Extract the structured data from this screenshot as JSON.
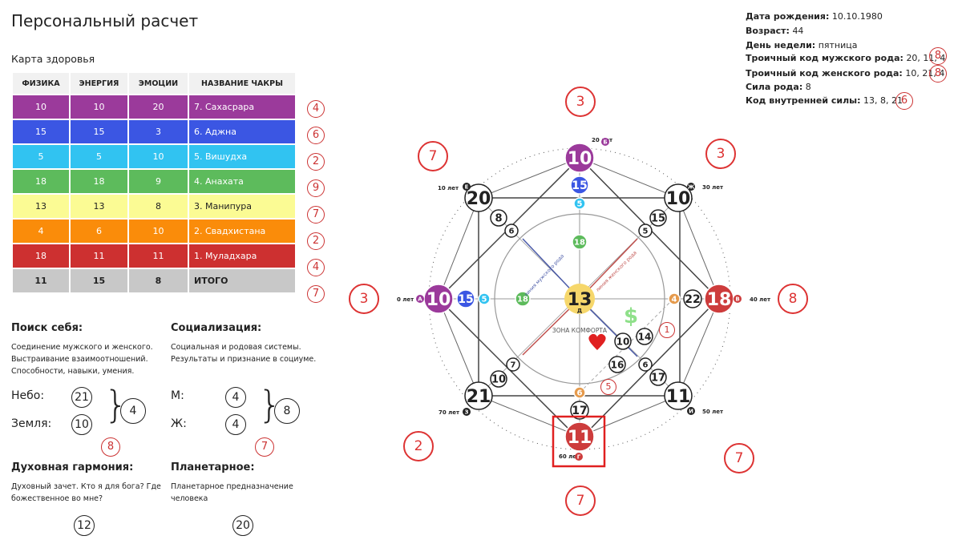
{
  "title": "Персональный расчет",
  "health_map": {
    "subtitle": "Карта здоровья",
    "headers": [
      "ФИЗИКА",
      "ЭНЕРГИЯ",
      "ЭМОЦИИ",
      "НАЗВАНИЕ ЧАКРЫ"
    ],
    "rows": [
      {
        "physics": "10",
        "energy": "10",
        "emotions": "20",
        "name": "7. Сахасрара",
        "color": "#9b3a9b",
        "mark": "4"
      },
      {
        "physics": "15",
        "energy": "15",
        "emotions": "3",
        "name": "6. Аджна",
        "color": "#3b56e3",
        "mark": "6"
      },
      {
        "physics": "5",
        "energy": "5",
        "emotions": "10",
        "name": "5. Вишудха",
        "color": "#31c3f1",
        "mark": "2"
      },
      {
        "physics": "18",
        "energy": "18",
        "emotions": "9",
        "name": "4. Анахата",
        "color": "#5dbb5c",
        "mark": "9"
      },
      {
        "physics": "13",
        "energy": "13",
        "emotions": "8",
        "name": "3. Манипура",
        "color": "#fbfb94",
        "mark": "7"
      },
      {
        "physics": "4",
        "energy": "6",
        "emotions": "10",
        "name": "2. Свадхистана",
        "color": "#fa8c0a",
        "mark": "2"
      },
      {
        "physics": "18",
        "energy": "11",
        "emotions": "11",
        "name": "1. Муладхара",
        "color": "#cd3030",
        "mark": "4"
      }
    ],
    "total": {
      "physics": "11",
      "energy": "15",
      "emotions": "8",
      "name": "ИТОГО",
      "color": "#c8c8c8",
      "mark": "7"
    }
  },
  "self_search": {
    "title": "Поиск себя:",
    "desc": [
      "Соединение мужского и женского.",
      "Выстраивание взаимоотношений.",
      "Способности, навыки, умения."
    ],
    "sky_label": "Небо:",
    "sky": "21",
    "earth_label": "Земля:",
    "earth": "10",
    "sum": "4",
    "mark": "8"
  },
  "socialization": {
    "title": "Социализация:",
    "desc": [
      "Социальная и родовая системы.",
      "Результаты и признание в социуме."
    ],
    "m_label": "М:",
    "m": "4",
    "f_label": "Ж:",
    "f": "4",
    "sum": "8",
    "mark": "7"
  },
  "spiritual": {
    "title": "Духовная гармония:",
    "desc": [
      "Духовный зачет. Кто я для бога? Где",
      "божественное во мне?"
    ],
    "value": "12"
  },
  "planetary": {
    "title": "Планетарное:",
    "desc": [
      "Планетарное предназначение",
      "человека"
    ],
    "value": "20"
  },
  "info": {
    "birth_label": "Дата рождения:",
    "birth": "10.10.1980",
    "age_label": "Возраст:",
    "age": "44",
    "weekday_label": "День недели:",
    "weekday": "пятница",
    "male_label": "Троичный код мужского рода:",
    "male": "20, 11, 4",
    "male_mark": "8",
    "female_label": "Троичный код женского рода:",
    "female": "10, 21, 4",
    "female_mark": "8",
    "power_label": "Сила рода:",
    "power": "8",
    "inner_label": "Код внутренней силы:",
    "inner": "13, 8, 21",
    "inner_mark": "6"
  },
  "matrix": {
    "center": "13",
    "center_letter": "Д",
    "top": "10",
    "top2": "15",
    "top3": "5",
    "left": "10",
    "left2": "15",
    "left3": "5",
    "right": "18",
    "right2": "22",
    "right3": "4",
    "bottom": "11",
    "bottom2": "17",
    "bottom3": "6",
    "tl": "20",
    "tl2": "8",
    "tl3": "6",
    "tr": "10",
    "tr2": "15",
    "tr3": "5",
    "bl": "21",
    "bl2": "10",
    "bl3": "7",
    "br": "11",
    "br2": "17",
    "br3": "6",
    "inner_top": "18",
    "inner_left": "18",
    "heart_values": [
      "10",
      "14",
      "16"
    ],
    "dollar": "$",
    "comfort_zone": "ЗОНА КОМФОРТА",
    "male_line": "линия мужского рода",
    "female_line": "линия женского рода",
    "age_labels": {
      "top": "20 лет",
      "left": "0 лет",
      "right": "40 лет",
      "bottom": "60 лет",
      "tl": "10 лет",
      "tr": "30 лет",
      "bl": "70 лет",
      "br": "50 лет"
    },
    "letters": {
      "top": "Б",
      "left": "А",
      "right": "В",
      "bottom": "Г",
      "tl": "Е",
      "tr": "Ж",
      "bl": "З",
      "br": "И"
    },
    "marks": {
      "top": "3",
      "left": "3",
      "right": "8",
      "bottom": "7",
      "tl": "7",
      "tr": "3",
      "bl": "2",
      "br": "7",
      "small_right": "1",
      "small_bottom": "5"
    }
  },
  "colors": {
    "accent_red": "#d33",
    "purple": "#9b3a9b",
    "blue": "#3b56e3",
    "cyan": "#31c3f1",
    "green": "#5dbb5c",
    "yellow": "#f6d76b",
    "orange": "#e59a4c",
    "red": "#cd3c3c"
  }
}
